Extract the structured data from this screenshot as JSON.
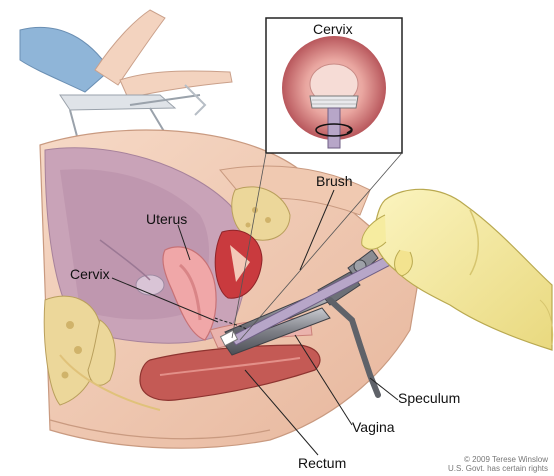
{
  "labels": {
    "inset_title": "Cervix",
    "brush": "Brush",
    "uterus": "Uterus",
    "cervix": "Cervix",
    "speculum": "Speculum",
    "vagina": "Vagina",
    "rectum": "Rectum"
  },
  "copyright": {
    "line1": "© 2009 Terese Winslow",
    "line2": "U.S. Govt. has certain rights"
  },
  "colors": {
    "skin": "#f2cdb4",
    "skin_shadow": "#e3b196",
    "uterus": "#f0a7a8",
    "pelvic_tissue": "#c9a3b8",
    "bone": "#ecd79a",
    "rectum": "#c45a55",
    "glove": "#f6eca0",
    "speculum": "#8a8c93",
    "brush_handle": "#b7a6c8"
  }
}
